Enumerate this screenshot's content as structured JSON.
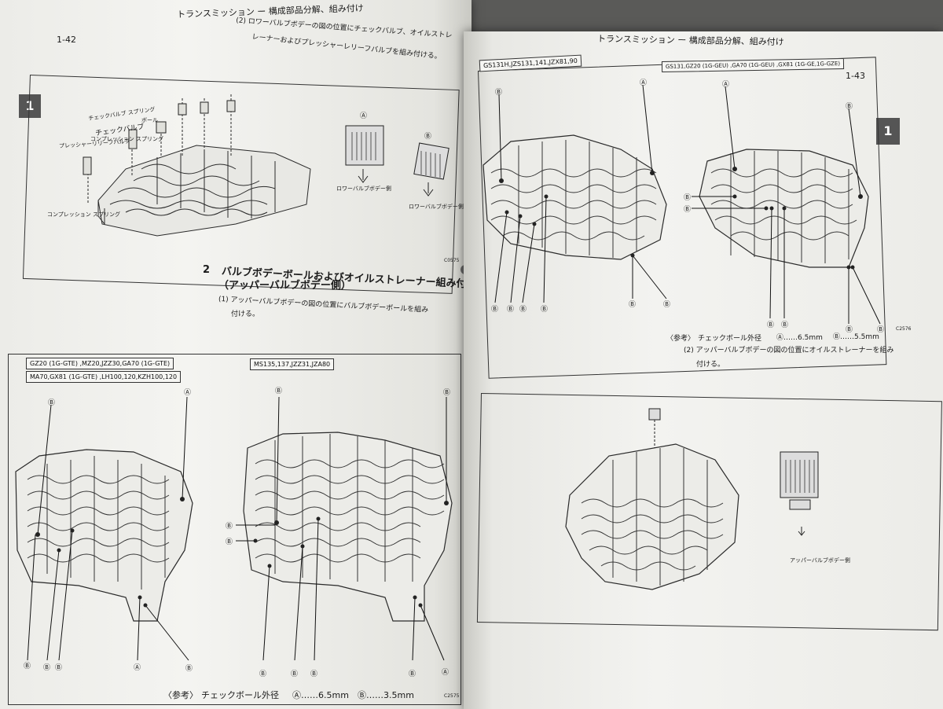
{
  "left_page": {
    "page_number": "1-42",
    "header": "トランスミッション ー 構成部品分解、組み付け",
    "chapter_tab": "1",
    "step2_text_line1": "(2)  ロワーバルブボデーの図の位置にチェックバルブ、オイルストレ",
    "step2_text_line2": "レーナーおよびプレッシャーレリーフバルブを組み付ける。",
    "fig1_labels": {
      "check_valve": "チェックバルブ",
      "check_valve_spring": "チェックバルブ スプリング",
      "ball": "ボール",
      "pressure_relief_valve": "プレッシャーリリーフバルブ",
      "compression_spring": "コンプレッション スプリング",
      "compression_spring2": "コンプレッション スプリング",
      "lower_side_1": "ロワーバルブボデー側",
      "lower_side_2": "ロワーバルブボデー側",
      "marker_a": "Ⓐ",
      "marker_b": "Ⓑ",
      "fig_code": "C0575"
    },
    "section_number": "2",
    "section_title_1": "バルブボデーボールおよびオイルストレーナー組み付け",
    "section_title_2": "（アッパーバルブボデー側）",
    "section_step1_line1": "(1)  アッパーバルブボデーの図の位置にバルブボデーボールを組み",
    "section_step1_line2": "付ける。",
    "fig2_tag_left_1": "GZ20 (1G-GTE) ,MZ20,JZZ30,GA70 (1G-GTE)",
    "fig2_tag_left_2": "MA70,GX81 (1G-GTE) ,LH100,120,KZH100,120",
    "fig2_tag_right": "MS135,137,JZZ31,JZA80",
    "ref_label": "〈参考〉",
    "ref_title": "チェックボール外径",
    "ref_a": "Ⓐ……6.5mm",
    "ref_b": "Ⓑ……3.5mm",
    "fig2_code": "C2575",
    "markers": {
      "a": "Ⓐ",
      "b": "Ⓑ"
    }
  },
  "right_page": {
    "header": "トランスミッション ー 構成部品分解、組み付け",
    "page_number": "1-43",
    "chapter_tab": "1",
    "fig_tag_left": "GS131H,JZS131,141,JZX81,90",
    "fig_tag_right": "GS131,GZ20 (1G-GEU) ,GA70 (1G-GEU) ,GX81 (1G-GE,1G-GZE)",
    "ref_label": "〈参考〉",
    "ref_title": "チェックボール外径",
    "ref_a": "Ⓐ……6.5mm",
    "ref_b": "Ⓑ……5.5mm",
    "fig_code": "C2576",
    "step2_line1": "(2)  アッパーバルブボデーの図の位置にオイルストレーナーを組み",
    "step2_line2": "付ける。",
    "strainer_label": "アッパーバルブボデー側",
    "markers": {
      "a": "Ⓐ",
      "b": "Ⓑ"
    }
  }
}
